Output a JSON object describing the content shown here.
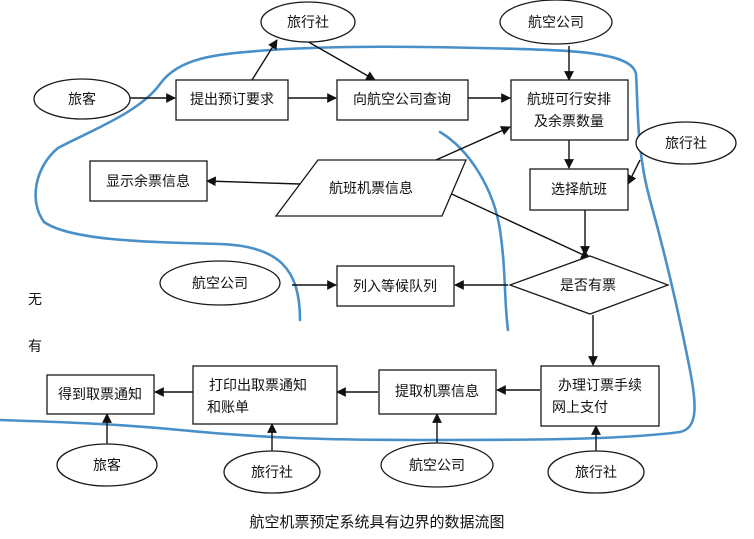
{
  "diagram": {
    "caption": "航空机票预定系统具有边界的数据流图",
    "side_note_1": "无",
    "side_note_2": "有",
    "external_entities": {
      "travel_agency_top": "旅行社",
      "airline_top": "航空公司",
      "passenger_left": "旅客",
      "travel_agency_right": "旅行社",
      "airline_mid": "航空公司",
      "passenger_bottom": "旅客",
      "travel_agency_bottom1": "旅行社",
      "airline_bottom": "航空公司",
      "travel_agency_bottom2": "旅行社"
    },
    "processes": {
      "submit_request": "提出预订要求",
      "query_airline": "向航空公司查询",
      "flight_seats_line1": "航班可行安排",
      "flight_seats_line2": "及余票数量",
      "show_remaining": "显示余票信息",
      "select_flight": "选择航班",
      "waitlist": "列入等候队列",
      "book_pay_line1": "办理订票手续",
      "book_pay_line2": "网上支付",
      "extract_ticket": "提取机票信息",
      "print_line1": "打印出取票通知",
      "print_line2": "和账单",
      "receive_notice": "得到取票通知"
    },
    "data_store": "航班机票信息",
    "decision": "是否有票"
  }
}
